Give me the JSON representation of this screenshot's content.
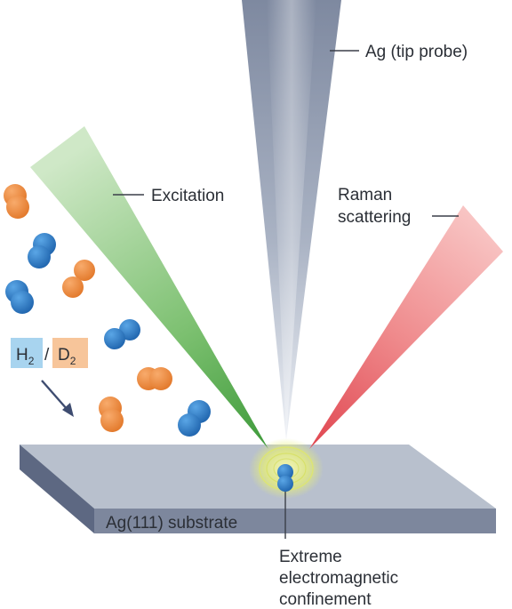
{
  "labels": {
    "tip_probe": "Ag (tip probe)",
    "excitation": "Excitation",
    "raman_line1": "Raman",
    "raman_line2": "scattering",
    "substrate": "Ag(111) substrate",
    "confinement_line1": "Extreme",
    "confinement_line2": "electromagnetic",
    "confinement_line3": "confinement",
    "h2": "H",
    "h2_sub": "2",
    "separator": "/",
    "d2": "D",
    "d2_sub": "2"
  },
  "colors": {
    "hydrogen": "#2e7cc4",
    "deuterium": "#f08a3c",
    "excitation_beam": "#46a043",
    "raman_beam": "#e0535a",
    "tip": "#8c97ad",
    "substrate_top": "#b8c0cd",
    "h2_box": "#a8d4ef",
    "d2_box": "#f7c59a",
    "glow": "#e9ef7a"
  }
}
